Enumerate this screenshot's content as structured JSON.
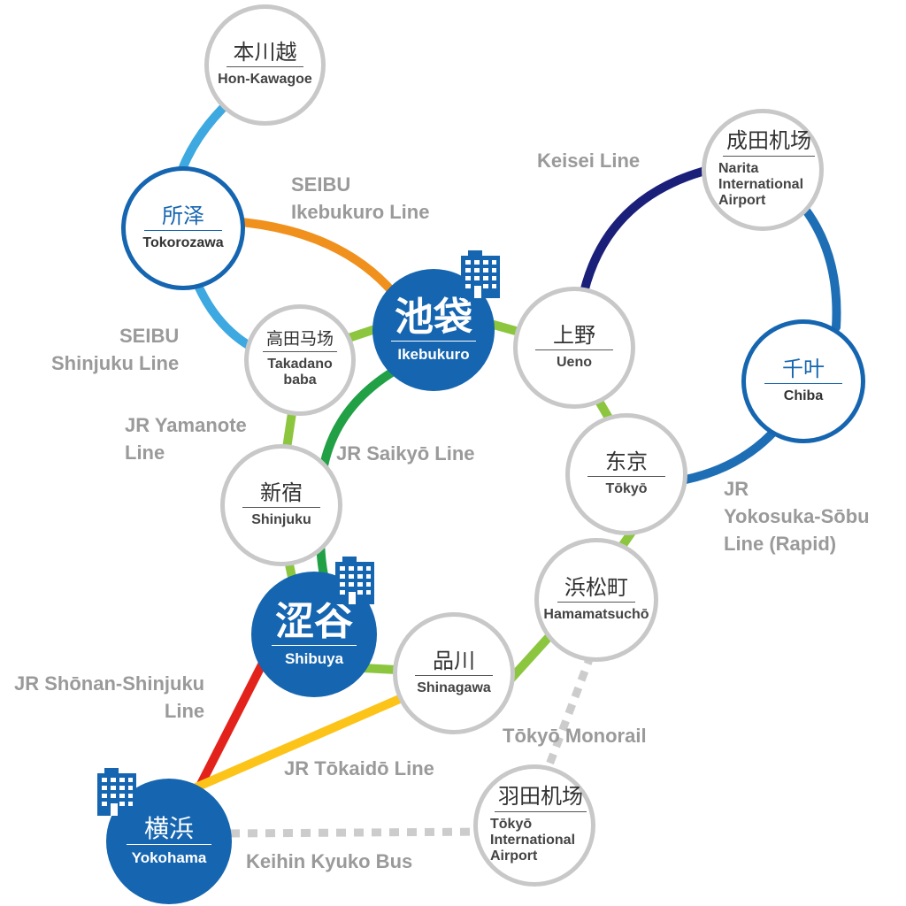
{
  "stations": {
    "hon_kawagoe": {
      "cn": "本川越",
      "en": "Hon-Kawagoe"
    },
    "tokorozawa": {
      "cn": "所泽",
      "en": "Tokorozawa"
    },
    "takadanobaba": {
      "cn": "高田马场",
      "en_lines": [
        "Takadano",
        "baba"
      ]
    },
    "ikebukuro": {
      "cn": "池袋",
      "en": "Ikebukuro"
    },
    "shinjuku": {
      "cn": "新宿",
      "en": "Shinjuku"
    },
    "shibuya": {
      "cn": "涩谷",
      "en": "Shibuya"
    },
    "ueno": {
      "cn": "上野",
      "en": "Ueno"
    },
    "tokyo": {
      "cn": "东京",
      "en": "Tōkyō"
    },
    "narita": {
      "cn": "成田机场",
      "en_lines": [
        "Narita",
        "International",
        "Airport"
      ]
    },
    "chiba": {
      "cn": "千叶",
      "en": "Chiba"
    },
    "hamamatsucho": {
      "cn": "浜松町",
      "en": "Hamamatsuchō"
    },
    "shinagawa": {
      "cn": "品川",
      "en": "Shinagawa"
    },
    "yokohama": {
      "cn": "横浜",
      "en": "Yokohama"
    },
    "haneda": {
      "cn": "羽田机场",
      "en_lines": [
        "Tōkyō",
        "International",
        "Airport"
      ]
    }
  },
  "lines": {
    "seibu_ikebukuro": {
      "label": "SEIBU\nIkebukuro Line",
      "color": "#f0911e"
    },
    "seibu_shinjuku": {
      "label": "SEIBU\nShinjuku Line",
      "color": "#3da9e0"
    },
    "jr_yamanote": {
      "label": "JR Yamanote\nLine",
      "color": "#8cc63f"
    },
    "jr_saikyo": {
      "label": "JR Saikyō Line",
      "color": "#21a045"
    },
    "keisei": {
      "label": "Keisei Line",
      "color": "#1a1f7a"
    },
    "jr_yokosuka_sobu": {
      "label": "JR\nYokosuka-Sōbu\nLine (Rapid)",
      "color": "#1e6eb5"
    },
    "jr_shonan_shinjuku": {
      "label": "JR Shōnan-Shinjuku\nLine",
      "color": "#e3231b"
    },
    "jr_tokaido": {
      "label": "JR Tōkaidō Line",
      "color": "#fcc419"
    },
    "tokyo_monorail": {
      "label": "Tōkyō Monorail",
      "color": "#cccccc"
    },
    "keihin_kyuko_bus": {
      "label": "Keihin Kyuko Bus",
      "color": "#cccccc"
    }
  },
  "colors": {
    "hub": "#1565b0",
    "station_border": "#c8c8c8",
    "label_text": "#9a9a9a"
  },
  "icons": {
    "hotel": "building-icon"
  }
}
